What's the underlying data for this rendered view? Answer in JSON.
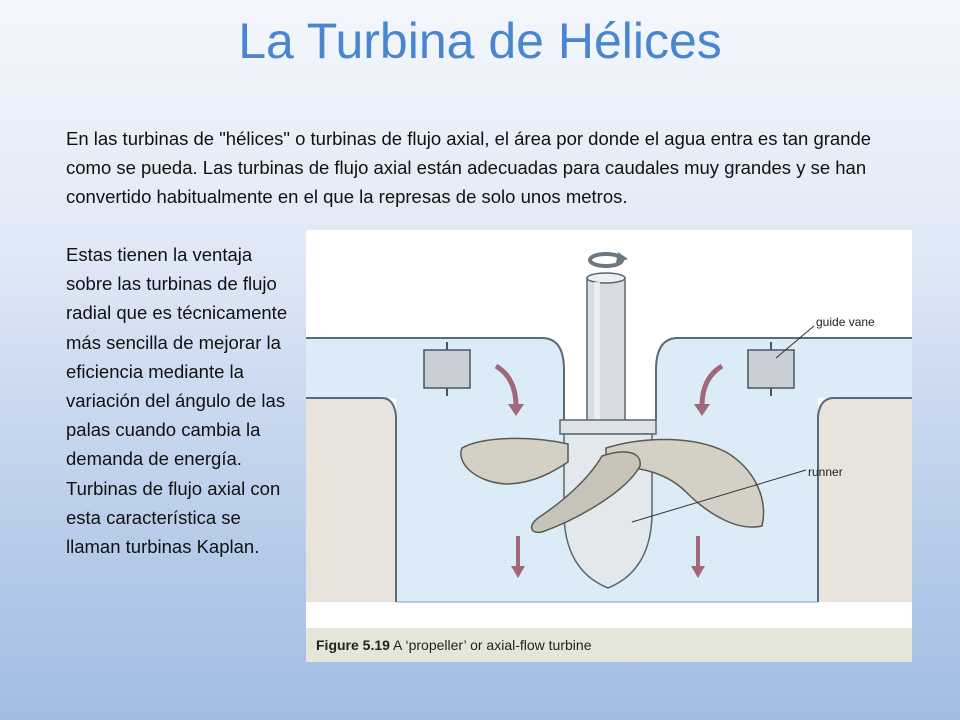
{
  "slide": {
    "title": "La Turbina de Hélices",
    "intro": "En las turbinas de \"hélices\" o turbinas de flujo axial, el área por donde el agua entra es tan grande como se pueda. Las turbinas de flujo axial están adecuadas para caudales muy grandes y se han convertido habitualmente en el que la represas de solo unos metros.",
    "side_text": "Estas tienen la ventaja sobre las turbinas de flujo radial que es técnicamente más sencilla de mejorar la eficiencia mediante la variación del ángulo de las palas cuando cambia la demanda de energía. Turbinas de flujo axial con esta característica se llaman turbinas Kaplan."
  },
  "figure": {
    "label_guide_vane": "guide vane",
    "label_runner": "runner",
    "caption_number": "Figure 5.19",
    "caption_text": "A ‘propeller’ or axial-flow turbine"
  }
}
